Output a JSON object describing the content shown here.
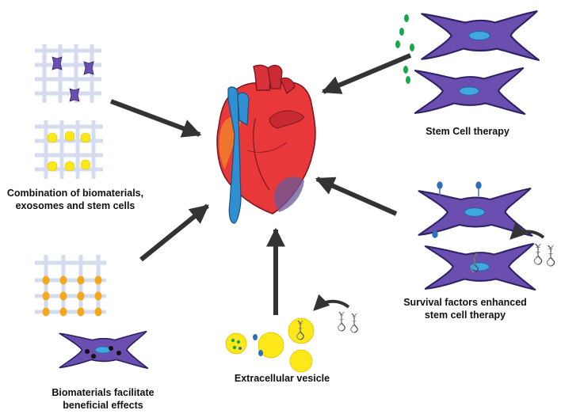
{
  "labels": {
    "stem_cell_therapy": "Stem Cell therapy",
    "combination_line1": "Combination of biomaterials,",
    "combination_line2": "exosomes and stem cells",
    "survival_line1": "Survival factors enhanced",
    "survival_line2": "stem cell therapy",
    "biomaterials_line1": "Biomaterials facilitate",
    "biomaterials_line2": "beneficial effects",
    "extracellular_vesicle": "Extracellular vesicle"
  },
  "colors": {
    "cell_body": "#6a4fb0",
    "cell_outline": "#2f2366",
    "nucleus": "#3fa8e0",
    "scaffold_grid": "#d6dcef",
    "exosome_yellow": "#ffe81a",
    "scaffold_dot_orange": "#f4a81c",
    "secreted_vesicle_green": "#18a84a",
    "survival_factor_blue": "#2f6fb5",
    "heart_red": "#e8383a",
    "heart_dark_red": "#b82330",
    "aorta_blue": "#2f8fd0",
    "infarct_purple": "#6a5a9a",
    "arrow": "#333333",
    "text": "#111111"
  },
  "icons": [
    "heart-icon",
    "stem-cell-icon",
    "scaffold-grid-icon",
    "dna-icon",
    "curved-arrow-icon"
  ]
}
